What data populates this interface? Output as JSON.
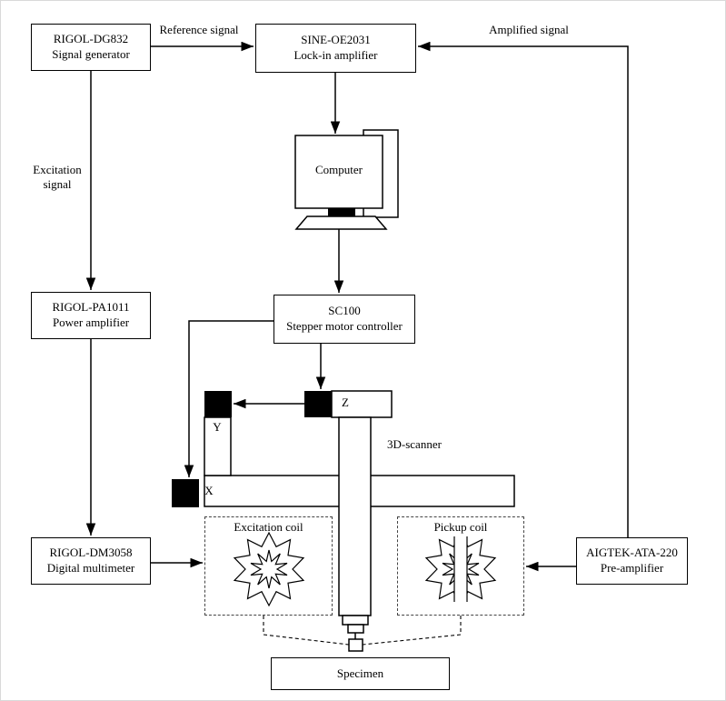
{
  "diagram": {
    "nodes": {
      "signal_generator": {
        "model": "RIGOL-DG832",
        "name": "Signal generator"
      },
      "lock_in_amplifier": {
        "model": "SINE-OE2031",
        "name": "Lock-in amplifier"
      },
      "computer": {
        "name": "Computer"
      },
      "stepper_controller": {
        "model": "SC100",
        "name": "Stepper motor controller"
      },
      "power_amplifier": {
        "model": "RIGOL-PA1011",
        "name": "Power amplifier"
      },
      "digital_multimeter": {
        "model": "RIGOL-DM3058",
        "name": "Digital multimeter"
      },
      "pre_amplifier": {
        "model": "AIGTEK-ATA-220",
        "name": "Pre-amplifier"
      },
      "specimen": {
        "name": "Specimen"
      }
    },
    "signals": {
      "reference": "Reference signal",
      "amplified": "Amplified signal",
      "excitation_line1": "Excitation",
      "excitation_line2": "signal"
    },
    "scanner": {
      "label": "3D-scanner",
      "axis_x": "X",
      "axis_y": "Y",
      "axis_z": "Z"
    },
    "coils": {
      "excitation": "Excitation coil",
      "pickup": "Pickup coil"
    },
    "colors": {
      "line": "#000000",
      "background": "#ffffff"
    }
  }
}
